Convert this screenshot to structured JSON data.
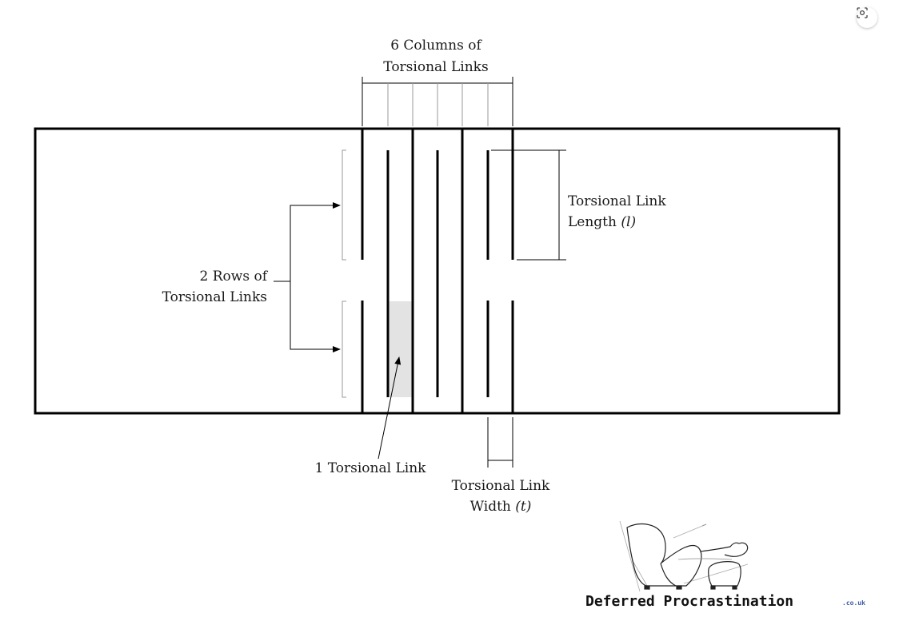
{
  "labels": {
    "columns_line1": "6 Columns of",
    "columns_line2": "Torsional Links",
    "rows_line1": "2 Rows of",
    "rows_line2": "Torsional Links",
    "length_line1": "Torsional Link",
    "length_line2_prefix": "Length ",
    "length_symbol": "(l)",
    "one_link": "1 Torsional Link",
    "width_line1": "Torsional Link",
    "width_line2_prefix": "Width ",
    "width_symbol": "(t)"
  },
  "logo": {
    "name": "Deferred Procrastination",
    "suffix": ".co.uk"
  },
  "icons": {
    "lens_button": "google-lens-icon"
  },
  "colors": {
    "stroke": "#000000",
    "thin_stroke": "#999999",
    "highlight": "#e3e3e3"
  }
}
